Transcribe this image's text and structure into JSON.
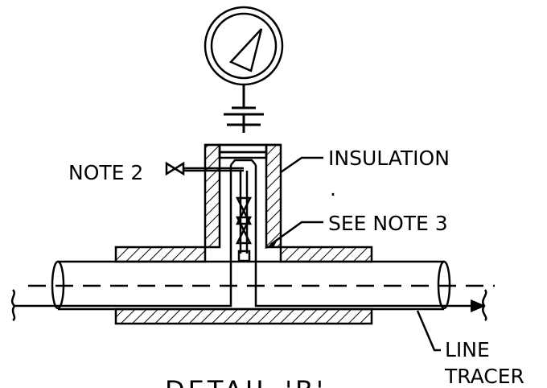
{
  "labels": {
    "note2": "NOTE 2",
    "insulation": "INSULATION",
    "dot": ".",
    "see_note3": "SEE NOTE 3",
    "line": "LINE",
    "tracer": "TRACER",
    "detail_title": "DETAIL 'B'"
  },
  "colors": {
    "stroke": "#000000",
    "background": "#ffffff"
  }
}
